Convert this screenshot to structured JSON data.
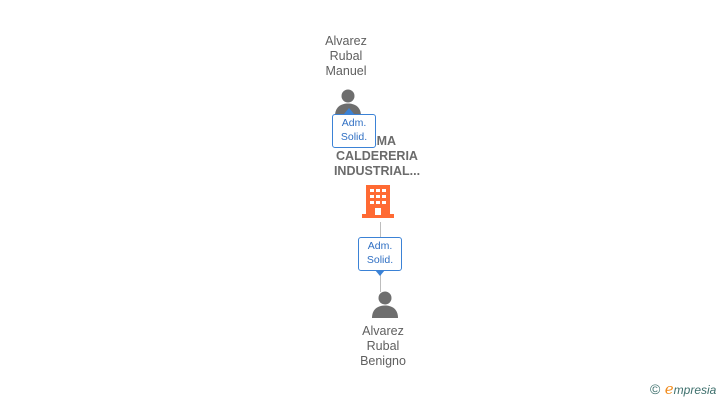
{
  "diagram": {
    "top_person": {
      "name": "Alvarez\nRubal\nManuel",
      "icon": "person-icon"
    },
    "top_role": {
      "label": "Adm.\nSolid."
    },
    "company": {
      "name": "...EMA\nCALDERERIA\nINDUSTRIAL...",
      "icon": "building-icon",
      "color": "#ff6a33"
    },
    "bottom_role": {
      "label": "Adm.\nSolid."
    },
    "bottom_person": {
      "name": "Alvarez\nRubal\nBenigno",
      "icon": "person-icon"
    }
  },
  "footer": {
    "copyright_symbol": "©",
    "brand_initial": "e",
    "brand_rest": "mpresia",
    "brand_color": "#f28c1e",
    "text_color": "#3d6f6c"
  }
}
